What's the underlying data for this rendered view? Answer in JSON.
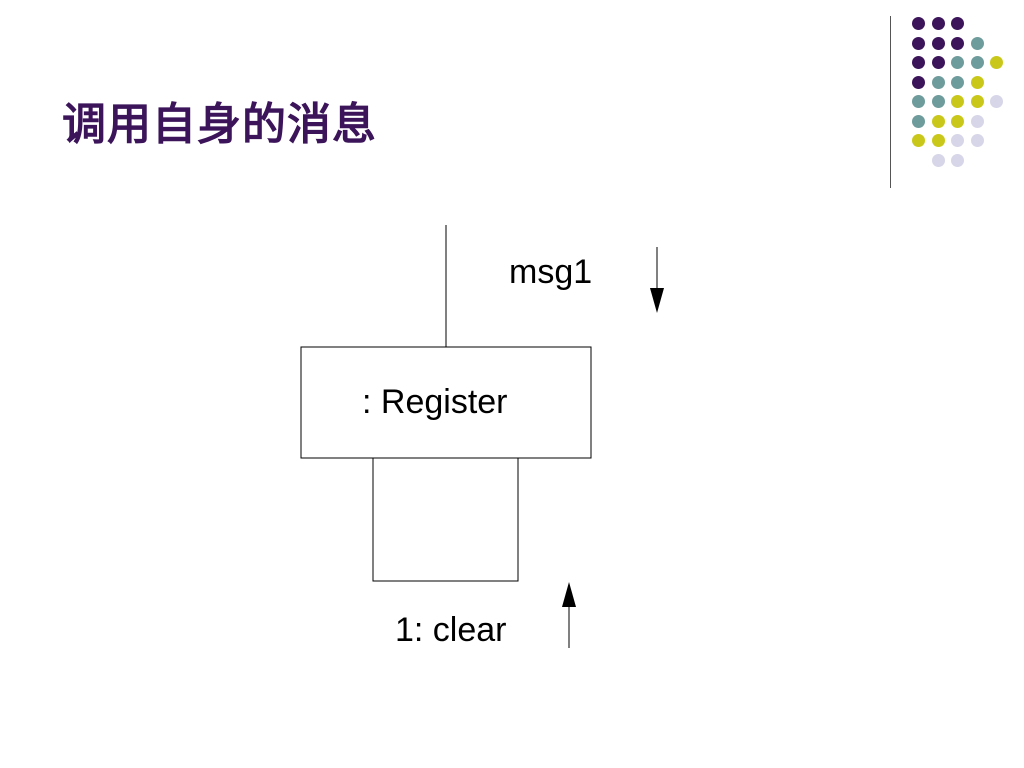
{
  "slide": {
    "title": "调用自身的消息"
  },
  "decoration": {
    "dot_colors": [
      "#3b145a",
      "#6e9b9b",
      "#c9c81a",
      "#d6d6e8"
    ],
    "dot_rows": [
      [
        0,
        0,
        0
      ],
      [
        0,
        0,
        0,
        1
      ],
      [
        0,
        0,
        1,
        1,
        2
      ],
      [
        0,
        1,
        1,
        2
      ],
      [
        1,
        1,
        2,
        2,
        3
      ],
      [
        1,
        2,
        2,
        3
      ],
      [
        2,
        2,
        3,
        3
      ],
      [
        3,
        3
      ]
    ]
  },
  "diagram": {
    "object_label": ": Register",
    "incoming_message": "msg1",
    "self_message": "1: clear"
  }
}
